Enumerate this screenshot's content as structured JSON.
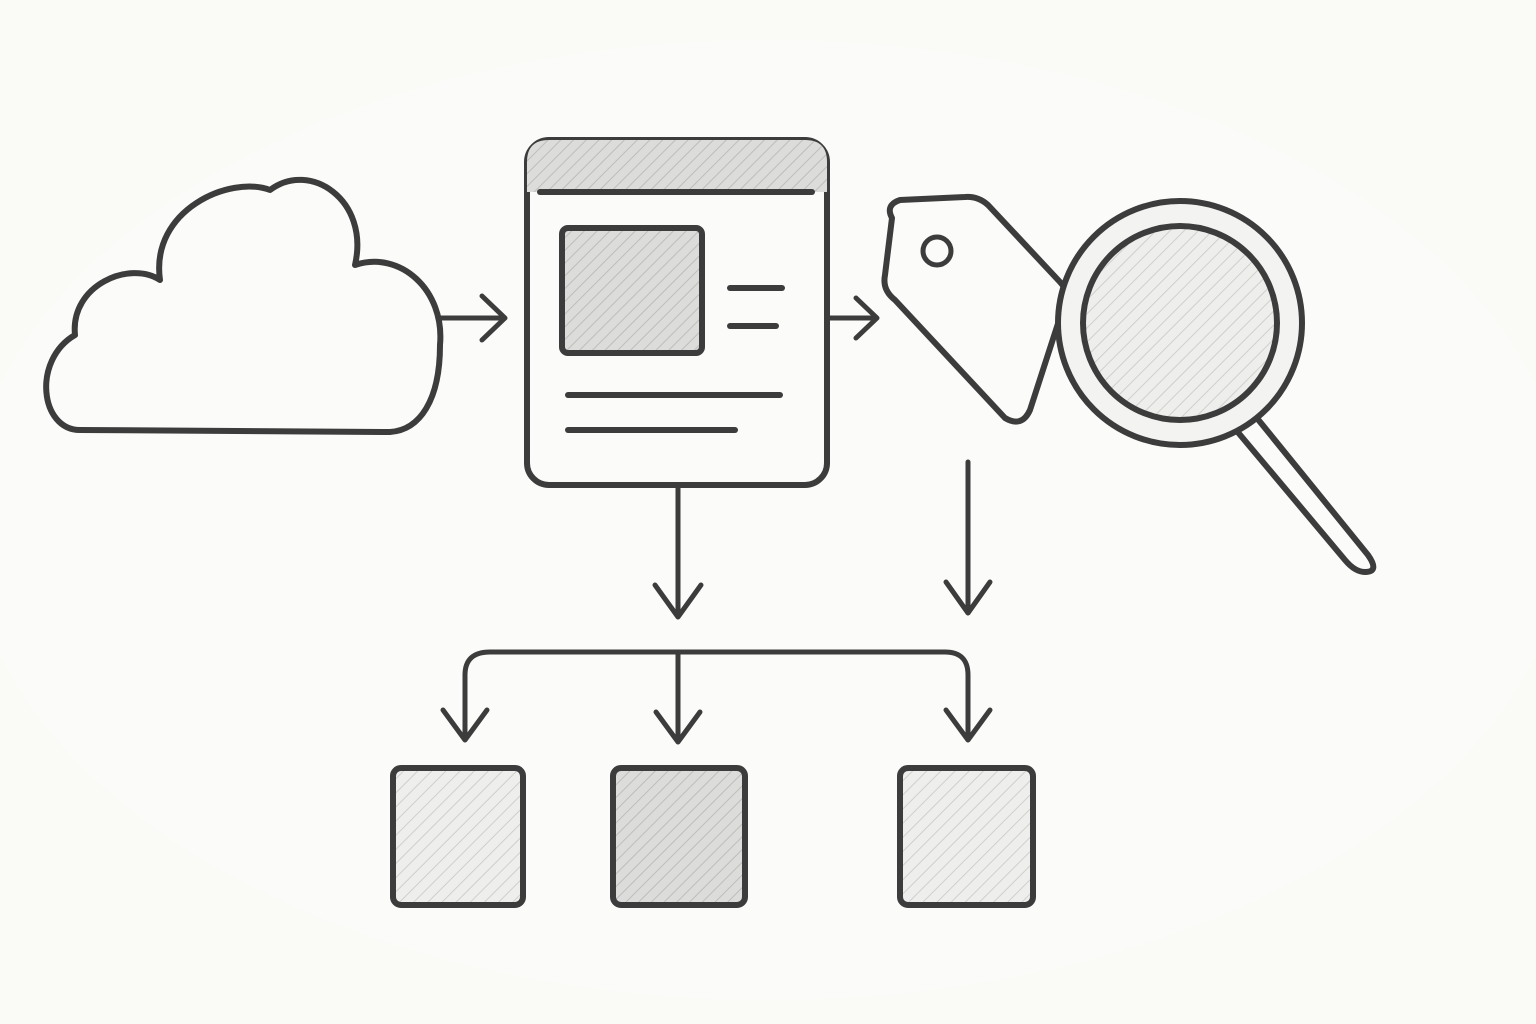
{
  "palette": {
    "background": "#fafaf7",
    "ink": "#3c3c3c",
    "fill_light": "#ececea",
    "fill_mid": "#d8d8d6"
  },
  "icons": [
    "cloud-icon",
    "document-icon",
    "tag-icon",
    "magnifier-icon",
    "box-icon"
  ],
  "flow": {
    "top_row": [
      "cloud",
      "document",
      "tag-and-magnifier"
    ],
    "bottom_row_boxes": 3
  }
}
